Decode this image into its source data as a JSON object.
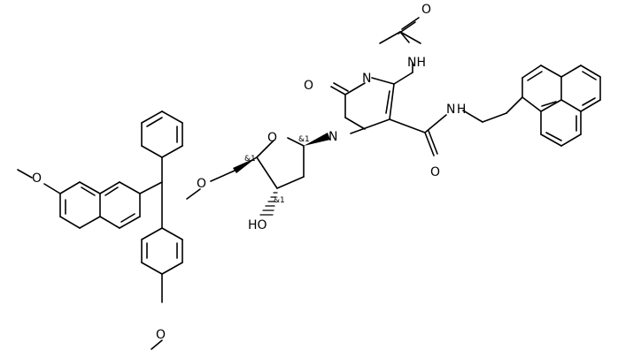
{
  "atom_labels": {
    "o_acetyl": "O",
    "nh_acetyl": "NH",
    "n_ring3": "N",
    "o_c2": "O",
    "n_ring1": "N",
    "o_amide": "O",
    "nh_amide": "N H",
    "o_sugar": "O",
    "o_dmt": "O",
    "ho_3": "HO",
    "o_methoxy_top": "O",
    "o_methoxy_bottom": "O"
  },
  "stereo_labels": {
    "c1": "&1",
    "c4": "&1",
    "c3": "&1"
  }
}
